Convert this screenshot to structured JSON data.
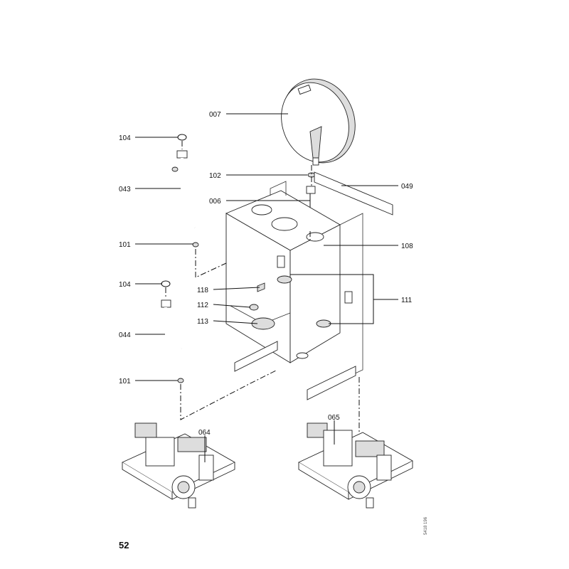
{
  "page_number": "52",
  "drawing_reference": "5418 196",
  "parts": {
    "p007": "007",
    "p104a": "104",
    "p043": "043",
    "p102": "102",
    "p006": "006",
    "p049": "049",
    "p101a": "101",
    "p108": "108",
    "p104b": "104",
    "p118": "118",
    "p112": "112",
    "p111": "111",
    "p113": "113",
    "p044": "044",
    "p101b": "101",
    "p064": "064",
    "p065": "065"
  }
}
